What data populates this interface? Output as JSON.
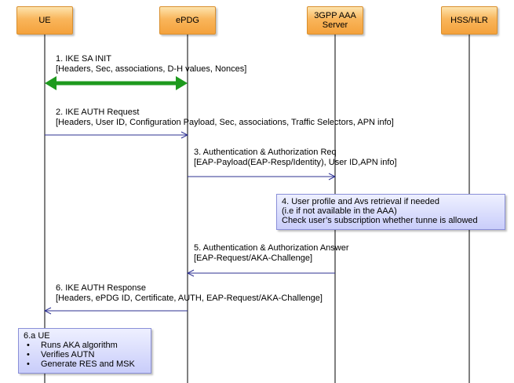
{
  "actors": [
    {
      "name": "UE"
    },
    {
      "name": "ePDG"
    },
    {
      "name": "3GPP AAA\nServer"
    },
    {
      "name": "HSS/HLR"
    }
  ],
  "messages": [
    {
      "title": "1. IKE SA INIT",
      "detail": "[Headers, Sec, associations, D-H values, Nonces]"
    },
    {
      "title": "2. IKE AUTH Request",
      "detail": "[Headers, User ID, Configuration Payload, Sec, associations, Traffic Selectors, APN info]"
    },
    {
      "title": "3. Authentication & Authorization Req",
      "detail": "[EAP-Payload(EAP-Resp/Identity), User ID,APN info]"
    },
    {
      "title": "5. Authentication & Authorization Answer",
      "detail": "[EAP-Request/AKA-Challenge]"
    },
    {
      "title": "6. IKE AUTH Response",
      "detail": "[Headers, ePDG ID, Certificate, AUTH, EAP-Request/AKA-Challenge]"
    }
  ],
  "note_aaa": {
    "lines": [
      "4. User profile and Avs retrieval if needed",
      "(i.e if not available in the AAA)",
      "Check user’s subscription whether tunne is allowed"
    ]
  },
  "note_ue": {
    "title": "6.a UE",
    "items": [
      "Runs AKA algorithm",
      "Verifies AUTN",
      "Generate RES and MSK"
    ]
  },
  "colors": {
    "sa_init_arrow": "#1e9a1e",
    "message_arrow": "#2e3192",
    "lifeline": "#000000"
  }
}
